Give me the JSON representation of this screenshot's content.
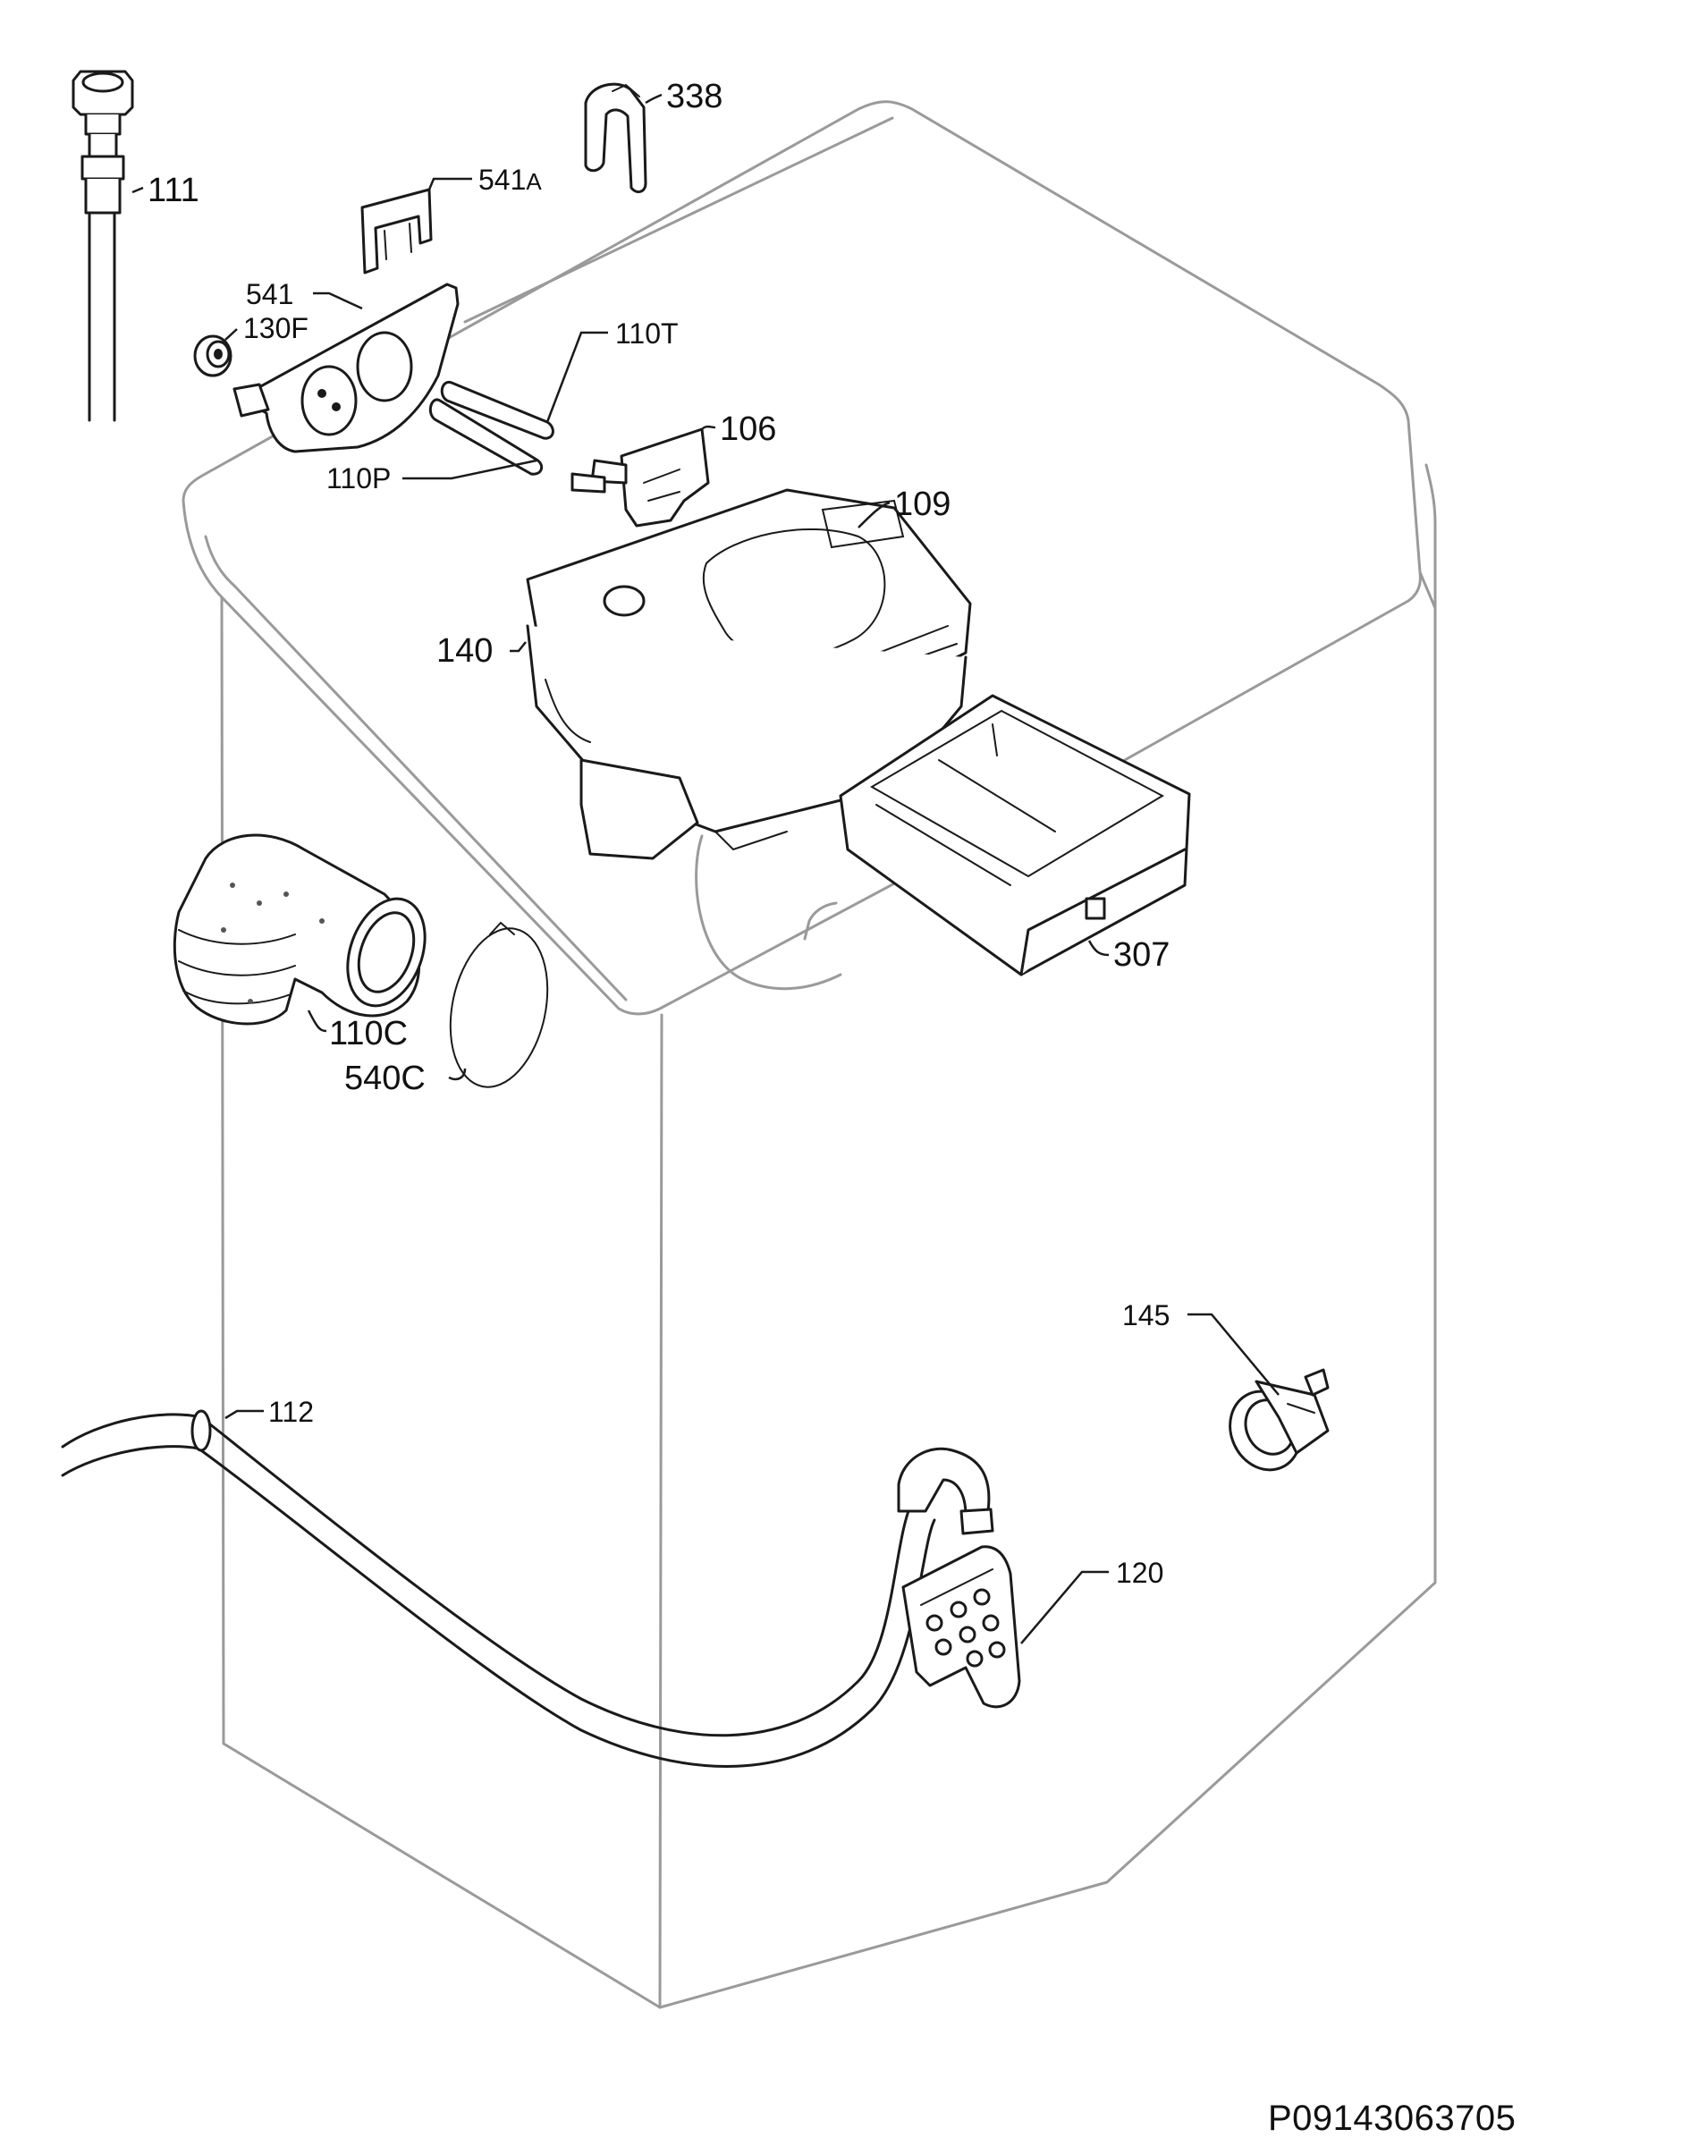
{
  "diagram": {
    "document_id": "P09143063705",
    "callouts": {
      "c111": "111",
      "c338": "338",
      "c541a_num": "541",
      "c541a_suffix": "A",
      "c541": "541",
      "c130f": "130F",
      "c110t": "110T",
      "c110p": "110P",
      "c106": "106",
      "c109": "109",
      "c140": "140",
      "c307": "307",
      "c110c": "110C",
      "c540c": "540C",
      "c145": "145",
      "c112": "112",
      "c120": "120"
    }
  }
}
